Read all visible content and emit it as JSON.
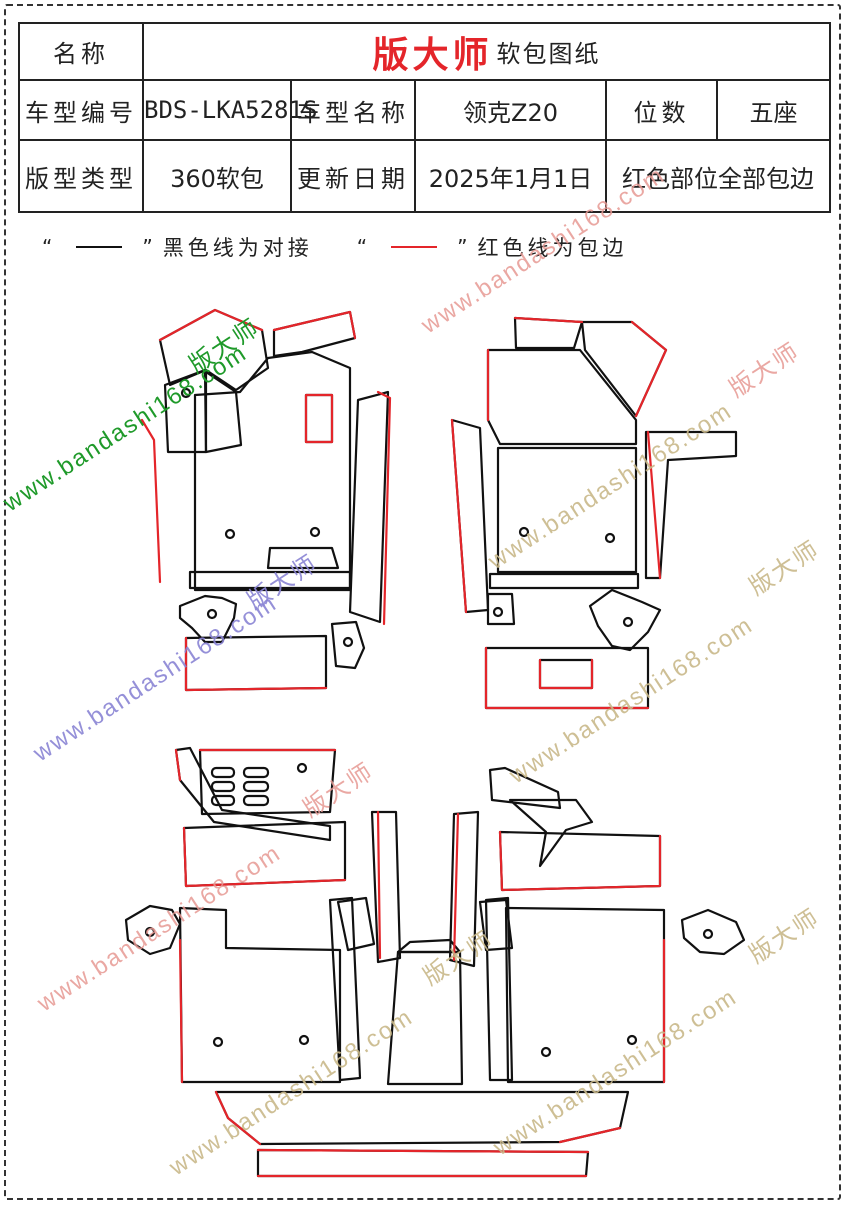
{
  "header": {
    "name_label": "名称",
    "brand": "版大师",
    "doc_type": "软包图纸",
    "model_code_label": "车型编号",
    "model_code": "BDS-LKA5281S",
    "model_name_label": "车型名称",
    "model_name": "领克Z20",
    "seats_label": "位数",
    "seats": "五座",
    "pattern_type_label": "版型类型",
    "pattern_type": "360软包",
    "update_label": "更新日期",
    "update_date": "2025年1月1日",
    "note": "红色部位全部包边"
  },
  "legend": {
    "open_quote": "“",
    "close_quote": "”",
    "black_text": "黑色线为对接",
    "red_text": "红色线为包边"
  },
  "colors": {
    "black_line": "#111111",
    "red_line": "#e4252a",
    "brand_red": "#e4252a"
  },
  "watermarks": {
    "url": "www.bandashi168.com",
    "brand": "版大师"
  }
}
